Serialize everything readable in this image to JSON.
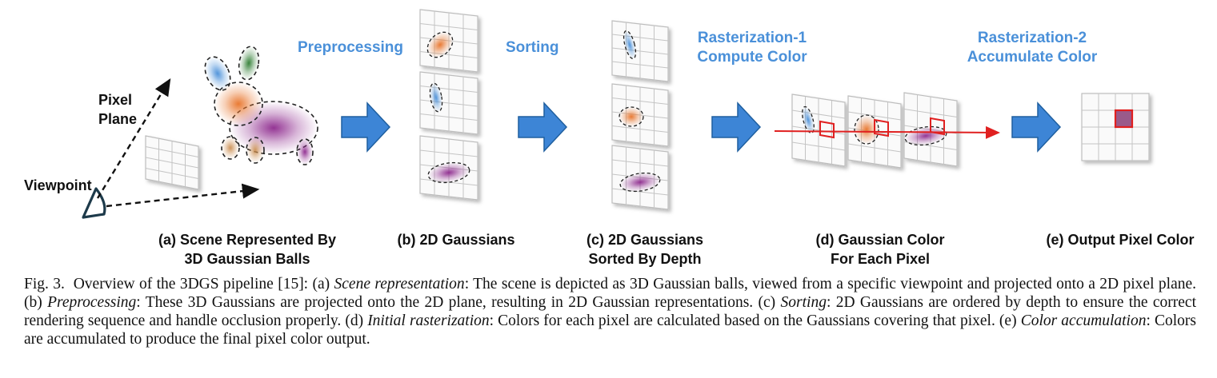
{
  "figure": {
    "stage_titles": {
      "preprocessing": "Preprocessing",
      "sorting": "Sorting",
      "raster1_line1": "Rasterization-1",
      "raster1_line2": "Compute Color",
      "raster2_line1": "Rasterization-2",
      "raster2_line2": "Accumulate Color"
    },
    "scene_labels": {
      "pixel": "Pixel",
      "plane": "Plane",
      "viewpoint": "Viewpoint"
    },
    "panel_labels": {
      "a_line1": "(a) Scene Represented By",
      "a_line2": "3D Gaussian Balls",
      "b": "(b) 2D Gaussians",
      "c_line1": "(c) 2D Gaussians",
      "c_line2": "Sorted By Depth",
      "d_line1": "(d) Gaussian Color",
      "d_line2": "For Each Pixel",
      "e": "(e) Output Pixel Color"
    },
    "colors": {
      "stage_title": "#4a90d9",
      "arrow_fill": "#3d85d6",
      "gaussian_blue": "#4a90d9",
      "gaussian_orange": "#e8742a",
      "gaussian_green": "#2e7d32",
      "gaussian_purple": "#8e2a8e",
      "ray_red": "#e02020"
    }
  },
  "caption": {
    "fig_label": "Fig. 3.",
    "intro": "Overview of the 3DGS pipeline [15]: (a) ",
    "a_term": "Scene representation",
    "a_text": ": The scene is depicted as 3D Gaussian balls, viewed from a specific viewpoint and projected onto a 2D pixel plane. (b) ",
    "b_term": "Preprocessing",
    "b_text": ": These 3D Gaussians are projected onto the 2D plane, resulting in 2D Gaussian representations. (c) ",
    "c_term": "Sorting",
    "c_text": ": 2D Gaussians are ordered by depth to ensure the correct rendering sequence and handle occlusion properly. (d) ",
    "d_term": "Initial rasterization",
    "d_text": ": Colors for each pixel are calculated based on the Gaussians covering that pixel. (e) ",
    "e_term": "Color accumulation",
    "e_text": ": Colors are accumulated to produce the final pixel color output."
  }
}
